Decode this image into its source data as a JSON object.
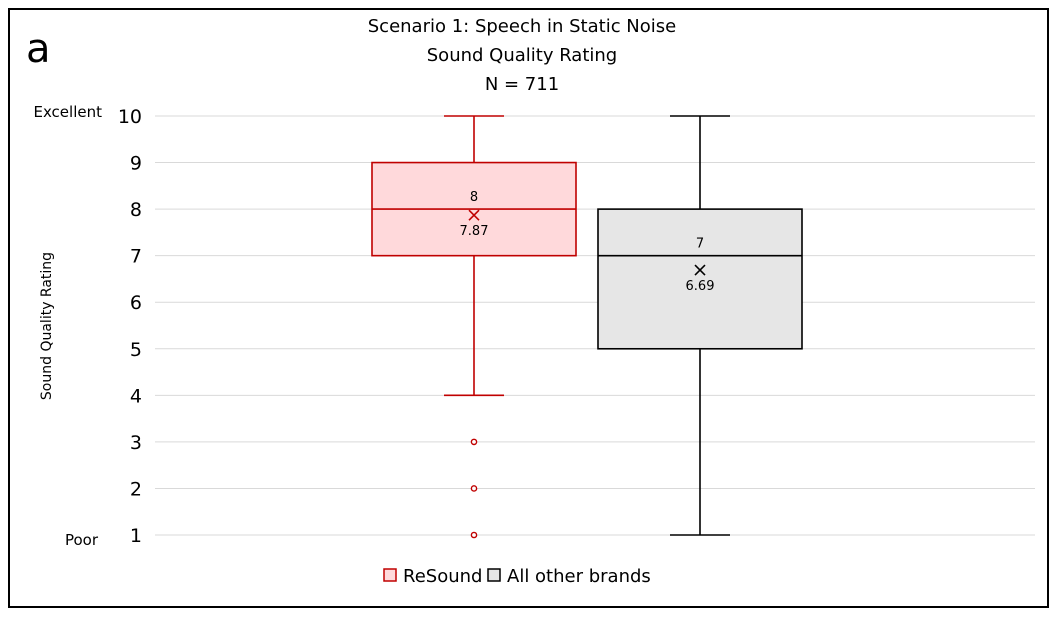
{
  "panel_label": "a",
  "chart_data": {
    "type": "box",
    "title_lines": [
      "Scenario 1: Speech in Static Noise",
      "Sound Quality Rating",
      "N = 711"
    ],
    "ylabel": "Sound Quality Rating",
    "ylim": [
      1,
      10
    ],
    "yticks": [
      1,
      2,
      3,
      4,
      5,
      6,
      7,
      8,
      9,
      10
    ],
    "y_extreme_labels": {
      "top": "Excellent",
      "bottom": "Poor"
    },
    "grid": true,
    "legend_position": "bottom",
    "series": [
      {
        "name": "ReSound",
        "color": "#c00000",
        "fill": "#ffd9db",
        "min": 4,
        "q1": 7,
        "median": 8,
        "q3": 9,
        "max": 10,
        "mean": 7.87,
        "median_label": "8",
        "mean_label": "7.87",
        "outliers": [
          3,
          2,
          1
        ]
      },
      {
        "name": "All other brands",
        "color": "#000000",
        "fill": "#e6e6e6",
        "min": 1,
        "q1": 5,
        "median": 7,
        "q3": 8,
        "max": 10,
        "mean": 6.69,
        "median_label": "7",
        "mean_label": "6.69",
        "outliers": []
      }
    ]
  }
}
